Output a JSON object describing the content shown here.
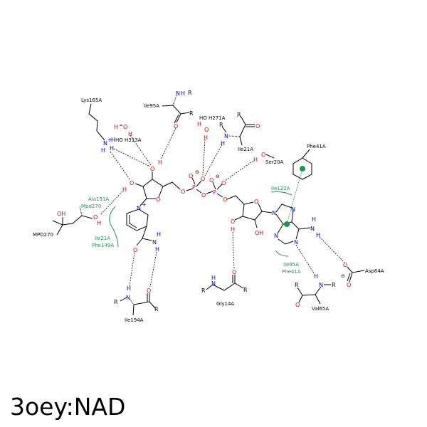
{
  "title": "3oey:NAD",
  "atoms": {
    "O": "O",
    "N": "N",
    "H": "H",
    "P": "P",
    "R": "R",
    "OH": "OH",
    "charge_minus": "⊖",
    "charge_plus": "+"
  },
  "residues": {
    "lys165": "Lys165A",
    "ile95_top": "Ile95A",
    "hoh313": "HO H313A",
    "hoh271": "HO H271A",
    "ile21_top": "Ile21A",
    "ser20": "Ser20A",
    "phe41": "Phe41A",
    "mpd270": "MPD270",
    "asp64": "Asp64A",
    "val65": "Val65A",
    "gly14": "Gly14A",
    "ile194": "Ile194A"
  },
  "hydrophobic": {
    "ala191": "Ala191A",
    "mpd270": "Mpd270",
    "ile21": "Ile21A",
    "phe149": "Phe149A",
    "ile122": "Ile122A",
    "ile95": "Ile95A",
    "phe41": "Phe41A"
  }
}
